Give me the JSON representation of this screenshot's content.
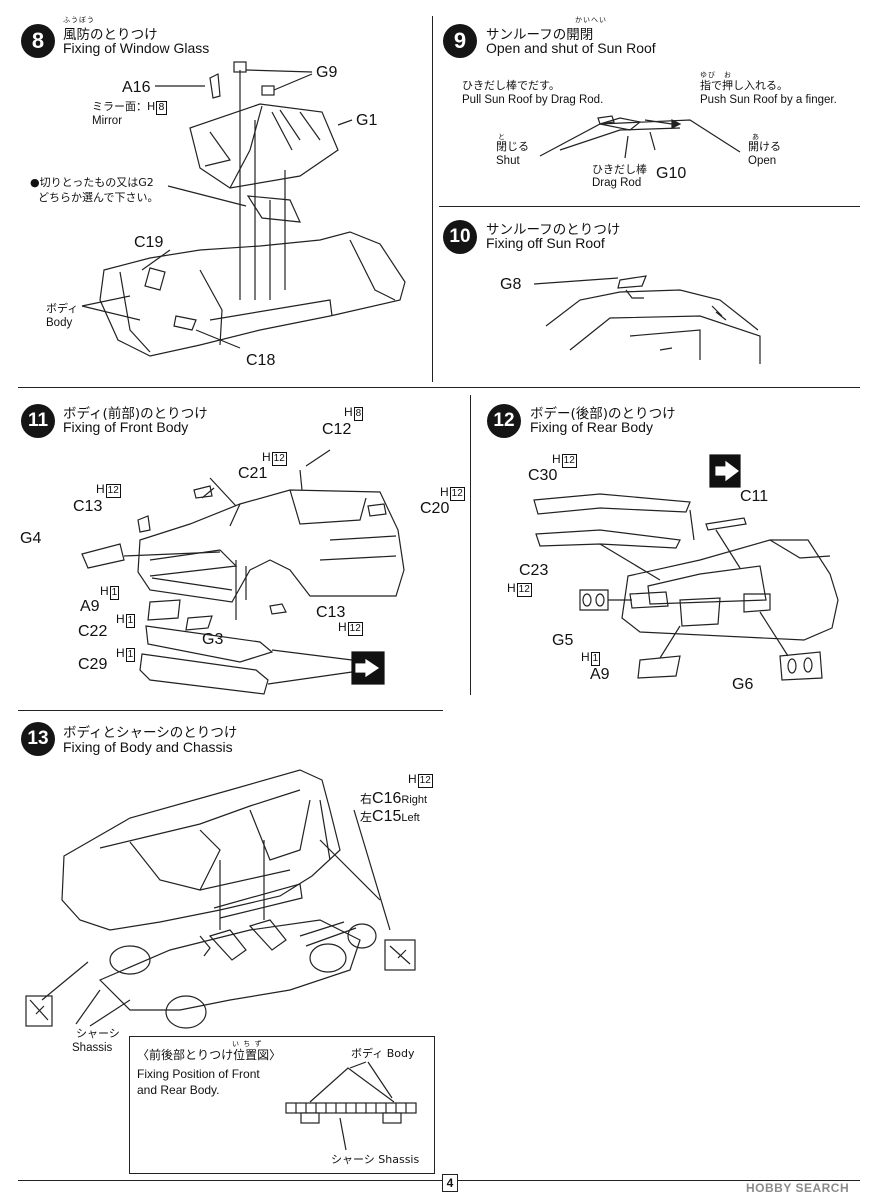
{
  "steps": {
    "s8": {
      "num": "8",
      "jp": "風防のとりつけ",
      "rubi": "ふうぼう",
      "en": "Fixing of Window Glass",
      "labels": {
        "a16": "A16",
        "g9": "G9",
        "g1": "G1",
        "c19": "C19",
        "c18": "C18"
      },
      "mirror_jp": "ミラー面：H",
      "mirror_box": "8",
      "mirror_en": "Mirror",
      "note_line1": "●切りとったもの又はG2",
      "note_line2": "どちらか選んで下さい。",
      "body_jp": "ボディ",
      "body_en": "Body"
    },
    "s9": {
      "num": "9",
      "jp": "サンルーフの開閉",
      "rubi": "かいへい",
      "en": "Open and shut of Sun Roof",
      "drag_jp": "ひきだし棒でだす。",
      "drag_en": "Pull Sun Roof by Drag Rod.",
      "push_rubi": "ゆび　お",
      "push_jp": "指で押し入れる。",
      "push_en": "Push Sun Roof by a finger.",
      "shut_rubi": "と",
      "shut_jp": "閉じる",
      "shut_en": "Shut",
      "open_rubi": "あ",
      "open_jp": "開ける",
      "open_en": "Open",
      "rod_jp": "ひきだし棒",
      "rod_en": "Drag Rod",
      "g10": "G10"
    },
    "s10": {
      "num": "10",
      "jp": "サンルーフのとりつけ",
      "en": "Fixing off Sun Roof",
      "g8": "G8"
    },
    "s11": {
      "num": "11",
      "jp": "ボディ(前部)のとりつけ",
      "en": "Fixing of Front Body",
      "labels": {
        "c12": "C12",
        "c21": "C21",
        "c13a": "C13",
        "c20": "C20",
        "g4": "G4",
        "a9": "A9",
        "c22": "C22",
        "g3": "G3",
        "c29": "C29",
        "c13b": "C13"
      },
      "h": "H",
      "b8": "8",
      "b12": "12",
      "b1": "1"
    },
    "s12": {
      "num": "12",
      "jp": "ボデー(後部)のとりつけ",
      "en": "Fixing of Rear Body",
      "labels": {
        "c30": "C30",
        "c11": "C11",
        "c23": "C23",
        "g5": "G5",
        "a9": "A9",
        "g6": "G6"
      },
      "h": "H",
      "b12": "12",
      "b1": "1"
    },
    "s13": {
      "num": "13",
      "jp": "ボディとシャーシのとりつけ",
      "en": "Fixing of Body and Chassis",
      "h": "H",
      "b12": "12",
      "right_jp": "右",
      "c16": "C16",
      "right_en": "Right",
      "left_jp": "左",
      "c15": "C15",
      "left_en": "Left",
      "chassis_jp": "シャーシ",
      "chassis_en": "Shassis",
      "pos_jp": "〈前後部とりつけ位置図〉",
      "pos_rubi": "い ち ず",
      "pos_en1": "Fixing Position of Front",
      "pos_en2": "and Rear Body.",
      "pos_body": "ボディ Body",
      "pos_chassis": "シャーシ Shassis"
    }
  },
  "page_number": "4",
  "watermark": "HOBBY SEARCH",
  "colors": {
    "badge": "#151515",
    "line": "#222222",
    "page": "#ffffff"
  }
}
